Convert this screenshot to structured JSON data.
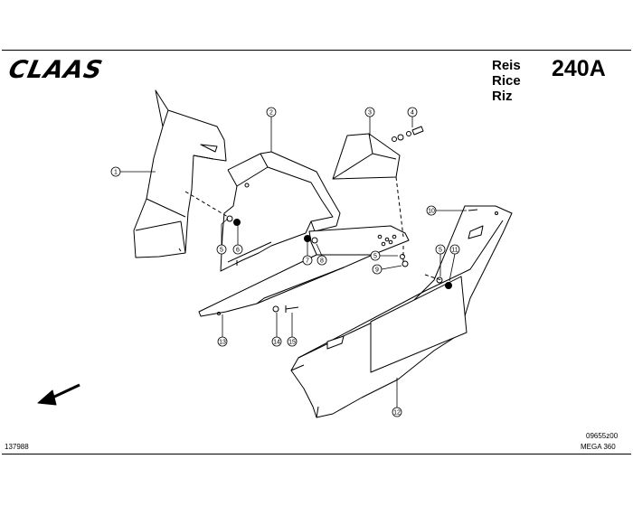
{
  "header": {
    "brand": "CLAAS",
    "languages": [
      "Reis",
      "Rice",
      "Riz"
    ],
    "section_code": "240A"
  },
  "footer": {
    "doc_ref": "09655z00",
    "model": "MEGA 360",
    "image_number": "137988"
  },
  "callouts": [
    "1",
    "2",
    "3",
    "4",
    "5",
    "5",
    "5",
    "6",
    "7",
    "8",
    "9",
    "10",
    "11",
    "12",
    "13",
    "14",
    "15"
  ],
  "colors": {
    "line": "#000000",
    "fill_light": "#ffffff",
    "fill_shade": "#f2f2f2"
  }
}
